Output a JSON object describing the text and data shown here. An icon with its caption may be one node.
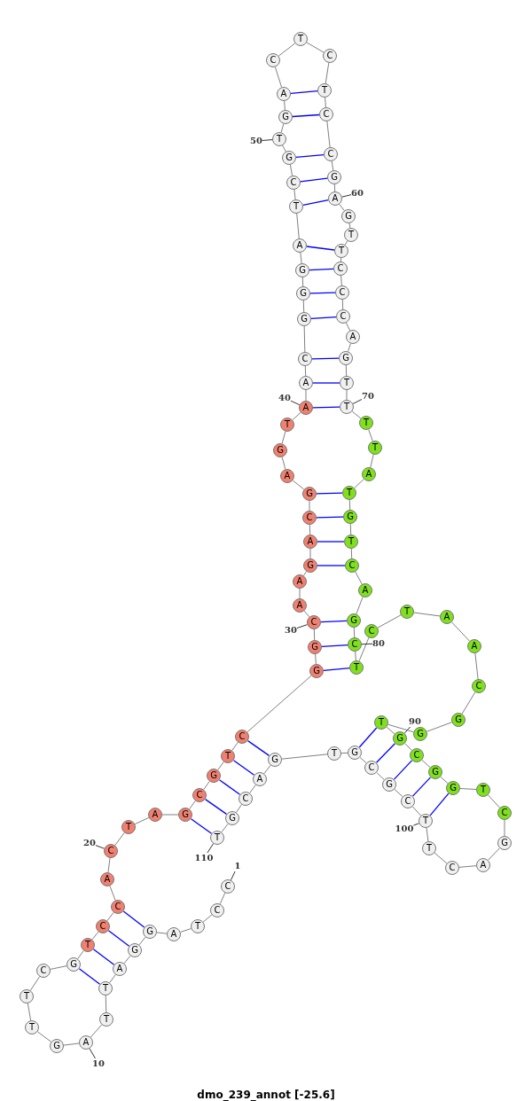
{
  "diagram": {
    "caption": "dmo_239_annot [-25.6]",
    "nodes": [
      {
        "text": [
          "C"
        ]
      },
      {
        "text": [
          "C"
        ]
      },
      {
        "text": [
          "T"
        ]
      },
      {
        "text": [
          "A"
        ]
      },
      {
        "text": [
          "G"
        ]
      },
      {
        "text": [
          "G"
        ]
      },
      {
        "text": [
          "A"
        ]
      },
      {
        "text": [
          "T"
        ]
      },
      {
        "text": [
          "T"
        ]
      },
      {
        "text": [
          "A"
        ]
      },
      {
        "text": [
          "G"
        ]
      },
      {
        "text": [
          "T"
        ]
      },
      {
        "text": [
          "T"
        ]
      },
      {
        "text": [
          "C"
        ]
      },
      {
        "text": [
          "G"
        ]
      },
      {
        "text": [
          "T"
        ]
      },
      {
        "text": [
          "C"
        ]
      },
      {
        "text": [
          "C"
        ]
      },
      {
        "text": [
          "A"
        ]
      },
      {
        "text": [
          "C"
        ]
      },
      {
        "text": [
          "T"
        ]
      },
      {
        "text": [
          "A"
        ]
      },
      {
        "text": [
          "G"
        ]
      },
      {
        "text": [
          "C"
        ]
      },
      {
        "text": [
          "G"
        ]
      },
      {
        "text": [
          "T"
        ]
      },
      {
        "text": [
          "C"
        ]
      },
      {
        "text": [
          "G"
        ]
      },
      {
        "text": [
          "G"
        ]
      },
      {
        "text": [
          "C"
        ]
      },
      {
        "text": [
          "A"
        ]
      },
      {
        "text": [
          "A"
        ]
      },
      {
        "text": [
          "G"
        ]
      },
      {
        "text": [
          "A"
        ]
      },
      {
        "text": [
          "C"
        ]
      },
      {
        "text": [
          "G"
        ]
      },
      {
        "text": [
          "A"
        ]
      },
      {
        "text": [
          "G"
        ]
      },
      {
        "text": [
          "T"
        ]
      },
      {
        "text": [
          "A"
        ]
      },
      {
        "text": [
          "A"
        ]
      },
      {
        "text": [
          "C"
        ]
      },
      {
        "text": [
          "G"
        ]
      },
      {
        "text": [
          "G"
        ]
      },
      {
        "text": [
          "G"
        ]
      },
      {
        "text": [
          "A"
        ]
      },
      {
        "text": [
          "T"
        ]
      },
      {
        "text": [
          "C"
        ]
      },
      {
        "text": [
          "G"
        ]
      },
      {
        "text": [
          "T"
        ]
      },
      {
        "text": [
          "G"
        ]
      },
      {
        "text": [
          "A"
        ]
      },
      {
        "text": [
          "C"
        ]
      },
      {
        "text": [
          "T"
        ]
      },
      {
        "text": [
          "C"
        ]
      },
      {
        "text": [
          "T"
        ]
      },
      {
        "text": [
          "C"
        ]
      },
      {
        "text": [
          "C"
        ]
      },
      {
        "text": [
          "G"
        ]
      },
      {
        "text": [
          "A"
        ]
      },
      {
        "text": [
          "G"
        ]
      },
      {
        "text": [
          "T"
        ]
      },
      {
        "text": [
          "T"
        ]
      },
      {
        "text": [
          "C"
        ]
      },
      {
        "text": [
          "C"
        ]
      },
      {
        "text": [
          "C"
        ]
      },
      {
        "text": [
          "A"
        ]
      },
      {
        "text": [
          "G"
        ]
      },
      {
        "text": [
          "T"
        ]
      },
      {
        "text": [
          "T"
        ]
      },
      {
        "text": [
          "T"
        ]
      },
      {
        "text": [
          "T"
        ]
      },
      {
        "text": [
          "A"
        ]
      },
      {
        "text": [
          "T"
        ]
      },
      {
        "text": [
          "G"
        ]
      },
      {
        "text": [
          "T"
        ]
      },
      {
        "text": [
          "C"
        ]
      },
      {
        "text": [
          "A"
        ]
      },
      {
        "text": [
          "G"
        ]
      },
      {
        "text": [
          "C"
        ]
      },
      {
        "text": [
          "T"
        ]
      },
      {
        "text": [
          "C"
        ]
      },
      {
        "text": [
          "T"
        ]
      },
      {
        "text": [
          "A"
        ]
      },
      {
        "text": [
          "A"
        ]
      },
      {
        "text": [
          "C"
        ]
      },
      {
        "text": [
          "G"
        ]
      },
      {
        "text": [
          "G"
        ]
      },
      {
        "text": [
          "T"
        ]
      },
      {
        "text": [
          "G"
        ]
      },
      {
        "text": [
          "C"
        ]
      },
      {
        "text": [
          "G"
        ]
      },
      {
        "text": [
          "G"
        ]
      },
      {
        "text": [
          "T"
        ]
      },
      {
        "text": [
          "C"
        ]
      },
      {
        "text": [
          "G"
        ]
      },
      {
        "text": [
          "A"
        ]
      },
      {
        "text": [
          "C"
        ]
      },
      {
        "text": [
          "T"
        ]
      },
      {
        "text": [
          "T"
        ]
      },
      {
        "text": [
          "C"
        ]
      },
      {
        "text": [
          "G"
        ]
      },
      {
        "text": [
          "C"
        ]
      },
      {
        "text": [
          "G"
        ]
      },
      {
        "text": [
          "T"
        ]
      },
      {
        "text": [
          "G"
        ]
      },
      {
        "text": [
          "A"
        ]
      },
      {
        "text": [
          "C"
        ]
      },
      {
        "text": [
          "G"
        ]
      },
      {
        "text": [
          "T"
        ]
      },
      {
        "text": [
          "1"
        ]
      },
      {
        "text": [
          "10"
        ]
      },
      {
        "text": [
          "20"
        ]
      },
      {
        "text": [
          "30"
        ]
      },
      {
        "text": [
          "40"
        ]
      },
      {
        "text": [
          "50"
        ]
      },
      {
        "text": [
          "60"
        ]
      },
      {
        "text": [
          "70"
        ]
      },
      {
        "text": [
          "80"
        ]
      },
      {
        "text": [
          "90"
        ]
      },
      {
        "text": [
          "100"
        ]
      },
      {
        "text": [
          "110"
        ]
      }
    ],
    "edges": [
      {
        "from": 0,
        "to": 1,
        "arrow": "none"
      },
      {
        "from": 1,
        "to": 2,
        "arrow": "none"
      },
      {
        "from": 2,
        "to": 3,
        "arrow": "none"
      },
      {
        "from": 3,
        "to": 4,
        "arrow": "none"
      },
      {
        "from": 4,
        "to": 5,
        "arrow": "none"
      },
      {
        "from": 5,
        "to": 6,
        "arrow": "none"
      },
      {
        "from": 6,
        "to": 7,
        "arrow": "none"
      },
      {
        "from": 7,
        "to": 8,
        "arrow": "none"
      },
      {
        "from": 8,
        "to": 9,
        "arrow": "none"
      },
      {
        "from": 9,
        "to": 10,
        "arrow": "none"
      },
      {
        "from": 10,
        "to": 11,
        "arrow": "none"
      },
      {
        "from": 11,
        "to": 12,
        "arrow": "none"
      },
      {
        "from": 12,
        "to": 13,
        "arrow": "none"
      },
      {
        "from": 13,
        "to": 14,
        "arrow": "none"
      },
      {
        "from": 14,
        "to": 15,
        "arrow": "none"
      },
      {
        "from": 15,
        "to": 16,
        "arrow": "none"
      },
      {
        "from": 16,
        "to": 17,
        "arrow": "none"
      },
      {
        "from": 17,
        "to": 18,
        "arrow": "none"
      },
      {
        "from": 18,
        "to": 19,
        "arrow": "none"
      },
      {
        "from": 19,
        "to": 20,
        "arrow": "none"
      },
      {
        "from": 20,
        "to": 21,
        "arrow": "none"
      },
      {
        "from": 21,
        "to": 22,
        "arrow": "none"
      },
      {
        "from": 22,
        "to": 23,
        "arrow": "none"
      },
      {
        "from": 23,
        "to": 24,
        "arrow": "none"
      },
      {
        "from": 24,
        "to": 25,
        "arrow": "none"
      },
      {
        "from": 25,
        "to": 26,
        "arrow": "none"
      },
      {
        "from": 26,
        "to": 27,
        "arrow": "none"
      },
      {
        "from": 27,
        "to": 28,
        "arrow": "none"
      },
      {
        "from": 28,
        "to": 29,
        "arrow": "none"
      },
      {
        "from": 29,
        "to": 30,
        "arrow": "none"
      },
      {
        "from": 30,
        "to": 31,
        "arrow": "none"
      },
      {
        "from": 31,
        "to": 32,
        "arrow": "none"
      },
      {
        "from": 32,
        "to": 33,
        "arrow": "none"
      },
      {
        "from": 33,
        "to": 34,
        "arrow": "none"
      },
      {
        "from": 34,
        "to": 35,
        "arrow": "none"
      },
      {
        "from": 35,
        "to": 36,
        "arrow": "none"
      },
      {
        "from": 36,
        "to": 37,
        "arrow": "none"
      },
      {
        "from": 37,
        "to": 38,
        "arrow": "none"
      },
      {
        "from": 38,
        "to": 39,
        "arrow": "none"
      },
      {
        "from": 39,
        "to": 40,
        "arrow": "none"
      },
      {
        "from": 40,
        "to": 41,
        "arrow": "none"
      },
      {
        "from": 41,
        "to": 42,
        "arrow": "none"
      },
      {
        "from": 42,
        "to": 43,
        "arrow": "none"
      },
      {
        "from": 43,
        "to": 44,
        "arrow": "none"
      },
      {
        "from": 44,
        "to": 45,
        "arrow": "none"
      },
      {
        "from": 45,
        "to": 46,
        "arrow": "none"
      },
      {
        "from": 46,
        "to": 47,
        "arrow": "none"
      },
      {
        "from": 47,
        "to": 48,
        "arrow": "none"
      },
      {
        "from": 48,
        "to": 49,
        "arrow": "none"
      },
      {
        "from": 49,
        "to": 50,
        "arrow": "none"
      },
      {
        "from": 50,
        "to": 51,
        "arrow": "none"
      },
      {
        "from": 51,
        "to": 52,
        "arrow": "none"
      },
      {
        "from": 52,
        "to": 53,
        "arrow": "none"
      },
      {
        "from": 53,
        "to": 54,
        "arrow": "none"
      },
      {
        "from": 54,
        "to": 55,
        "arrow": "none"
      },
      {
        "from": 55,
        "to": 56,
        "arrow": "none"
      },
      {
        "from": 56,
        "to": 57,
        "arrow": "none"
      },
      {
        "from": 57,
        "to": 58,
        "arrow": "none"
      },
      {
        "from": 58,
        "to": 59,
        "arrow": "none"
      },
      {
        "from": 59,
        "to": 60,
        "arrow": "none"
      },
      {
        "from": 60,
        "to": 61,
        "arrow": "none"
      },
      {
        "from": 61,
        "to": 62,
        "arrow": "none"
      },
      {
        "from": 62,
        "to": 63,
        "arrow": "none"
      },
      {
        "from": 63,
        "to": 64,
        "arrow": "none"
      },
      {
        "from": 64,
        "to": 65,
        "arrow": "none"
      },
      {
        "from": 65,
        "to": 66,
        "arrow": "none"
      },
      {
        "from": 66,
        "to": 67,
        "arrow": "none"
      },
      {
        "from": 67,
        "to": 68,
        "arrow": "none"
      },
      {
        "from": 68,
        "to": 69,
        "arrow": "none"
      },
      {
        "from": 69,
        "to": 70,
        "arrow": "none"
      },
      {
        "from": 70,
        "to": 71,
        "arrow": "none"
      },
      {
        "from": 71,
        "to": 72,
        "arrow": "none"
      },
      {
        "from": 72,
        "to": 73,
        "arrow": "none"
      },
      {
        "from": 73,
        "to": 74,
        "arrow": "none"
      },
      {
        "from": 74,
        "to": 75,
        "arrow": "none"
      },
      {
        "from": 75,
        "to": 76,
        "arrow": "none"
      },
      {
        "from": 76,
        "to": 77,
        "arrow": "none"
      },
      {
        "from": 77,
        "to": 78,
        "arrow": "none"
      },
      {
        "from": 78,
        "to": 79,
        "arrow": "none"
      },
      {
        "from": 79,
        "to": 80,
        "arrow": "none"
      },
      {
        "from": 80,
        "to": 81,
        "arrow": "none"
      },
      {
        "from": 81,
        "to": 82,
        "arrow": "none"
      },
      {
        "from": 82,
        "to": 83,
        "arrow": "none"
      },
      {
        "from": 83,
        "to": 84,
        "arrow": "none"
      },
      {
        "from": 84,
        "to": 85,
        "arrow": "none"
      },
      {
        "from": 85,
        "to": 86,
        "arrow": "none"
      },
      {
        "from": 86,
        "to": 87,
        "arrow": "none"
      },
      {
        "from": 87,
        "to": 88,
        "arrow": "none"
      },
      {
        "from": 88,
        "to": 89,
        "arrow": "none"
      },
      {
        "from": 89,
        "to": 90,
        "arrow": "none"
      },
      {
        "from": 90,
        "to": 91,
        "arrow": "none"
      },
      {
        "from": 91,
        "to": 92,
        "arrow": "none"
      },
      {
        "from": 92,
        "to": 93,
        "arrow": "none"
      },
      {
        "from": 93,
        "to": 94,
        "arrow": "none"
      },
      {
        "from": 94,
        "to": 95,
        "arrow": "none"
      },
      {
        "from": 95,
        "to": 96,
        "arrow": "none"
      },
      {
        "from": 96,
        "to": 97,
        "arrow": "none"
      },
      {
        "from": 97,
        "to": 98,
        "arrow": "none"
      },
      {
        "from": 98,
        "to": 99,
        "arrow": "none"
      },
      {
        "from": 99,
        "to": 100,
        "arrow": "none"
      },
      {
        "from": 100,
        "to": 101,
        "arrow": "none"
      },
      {
        "from": 101,
        "to": 102,
        "arrow": "none"
      },
      {
        "from": 102,
        "to": 103,
        "arrow": "none"
      },
      {
        "from": 103,
        "to": 104,
        "arrow": "none"
      },
      {
        "from": 104,
        "to": 105,
        "arrow": "none"
      },
      {
        "from": 105,
        "to": 106,
        "arrow": "none"
      },
      {
        "from": 106,
        "to": 107,
        "arrow": "none"
      },
      {
        "from": 107,
        "to": 108,
        "arrow": "none"
      },
      {
        "from": 108,
        "to": 109,
        "arrow": "none"
      },
      {
        "from": 4,
        "to": 17,
        "arrow": "none",
        "color": "#0000ff"
      },
      {
        "from": 5,
        "to": 16,
        "arrow": "none",
        "color": "#0000ff"
      },
      {
        "from": 6,
        "to": 15,
        "arrow": "none",
        "color": "#0000ff"
      },
      {
        "from": 7,
        "to": 14,
        "arrow": "none",
        "color": "#0000ff"
      },
      {
        "from": 22,
        "to": 109,
        "arrow": "none",
        "color": "#0000ff"
      },
      {
        "from": 23,
        "to": 108,
        "arrow": "none",
        "color": "#0000ff"
      },
      {
        "from": 24,
        "to": 107,
        "arrow": "none",
        "color": "#0000ff"
      },
      {
        "from": 25,
        "to": 106,
        "arrow": "none",
        "color": "#0000ff"
      },
      {
        "from": 26,
        "to": 105,
        "arrow": "none",
        "color": "#0000ff"
      },
      {
        "from": 27,
        "to": 80,
        "arrow": "none",
        "color": "#0000ff"
      },
      {
        "from": 28,
        "to": 79,
        "arrow": "none",
        "color": "#0000ff"
      },
      {
        "from": 29,
        "to": 78,
        "arrow": "none",
        "color": "#0000ff"
      },
      {
        "from": 32,
        "to": 76,
        "arrow": "none",
        "color": "#0000ff"
      },
      {
        "from": 33,
        "to": 75,
        "arrow": "none",
        "color": "#0000ff"
      },
      {
        "from": 34,
        "to": 74,
        "arrow": "none",
        "color": "#0000ff"
      },
      {
        "from": 35,
        "to": 73,
        "arrow": "none",
        "color": "#0000ff"
      },
      {
        "from": 39,
        "to": 69,
        "arrow": "none",
        "color": "#0000ff"
      },
      {
        "from": 40,
        "to": 68,
        "arrow": "none",
        "color": "#0000ff"
      },
      {
        "from": 41,
        "to": 67,
        "arrow": "none",
        "color": "#0000ff"
      },
      {
        "from": 42,
        "to": 65,
        "arrow": "none",
        "color": "#0000ff"
      },
      {
        "from": 43,
        "to": 64,
        "arrow": "none",
        "color": "#0000ff"
      },
      {
        "from": 44,
        "to": 63,
        "arrow": "none",
        "color": "#0000ff"
      },
      {
        "from": 45,
        "to": 62,
        "arrow": "none",
        "color": "#0000ff"
      },
      {
        "from": 46,
        "to": 59,
        "arrow": "none",
        "color": "#0000ff"
      },
      {
        "from": 47,
        "to": 58,
        "arrow": "none",
        "color": "#0000ff"
      },
      {
        "from": 48,
        "to": 57,
        "arrow": "none",
        "color": "#0000ff"
      },
      {
        "from": 50,
        "to": 56,
        "arrow": "none",
        "color": "#0000ff"
      },
      {
        "from": 51,
        "to": 55,
        "arrow": "none",
        "color": "#0000ff"
      },
      {
        "from": 88,
        "to": 103,
        "arrow": "none",
        "color": "#0000ff"
      },
      {
        "from": 89,
        "to": 102,
        "arrow": "none",
        "color": "#0000ff"
      },
      {
        "from": 90,
        "to": 101,
        "arrow": "none",
        "color": "#0000ff"
      },
      {
        "from": 91,
        "to": 100,
        "arrow": "none",
        "color": "#0000ff"
      },
      {
        "from": 92,
        "to": 99,
        "arrow": "none",
        "color": "#0000ff"
      },
      {
        "from": 110,
        "to": 0,
        "arrow": "none"
      },
      {
        "from": 111,
        "to": 9,
        "arrow": "none"
      },
      {
        "from": 112,
        "to": 19,
        "arrow": "none"
      },
      {
        "from": 113,
        "to": 29,
        "arrow": "none"
      },
      {
        "from": 114,
        "to": 39,
        "arrow": "none"
      },
      {
        "from": 115,
        "to": 49,
        "arrow": "none"
      },
      {
        "from": 116,
        "to": 59,
        "arrow": "none"
      },
      {
        "from": 117,
        "to": 69,
        "arrow": "none"
      },
      {
        "from": 118,
        "to": 79,
        "arrow": "none"
      },
      {
        "from": 119,
        "to": 89,
        "arrow": "none"
      },
      {
        "from": 120,
        "to": 99,
        "arrow": "none"
      },
      {
        "from": 121,
        "to": 109,
        "arrow": "none"
      }
    ]
  }
}
